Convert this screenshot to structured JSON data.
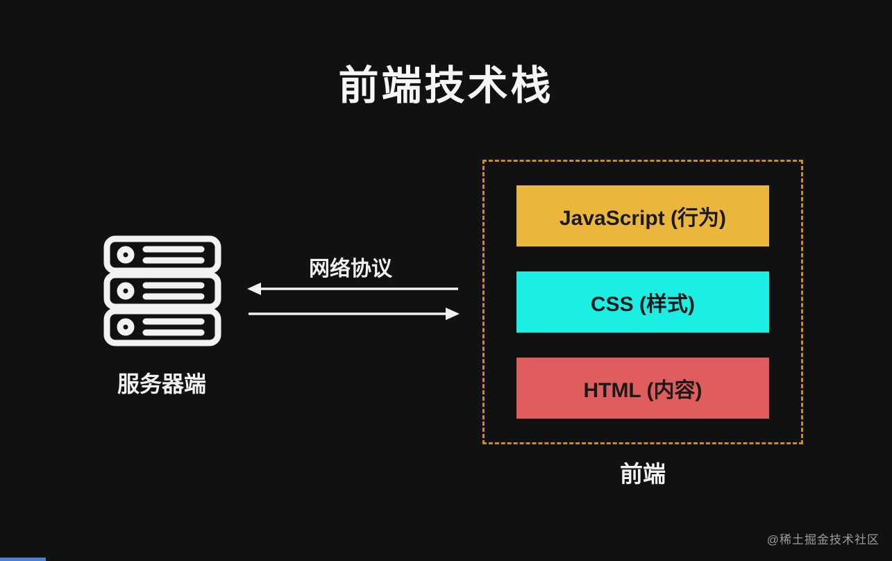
{
  "title": "前端技术栈",
  "server": {
    "label": "服务器端",
    "icon": "server-stack-icon"
  },
  "network": {
    "label": "网络协议",
    "arrow_left_icon": "arrow-left-icon",
    "arrow_right_icon": "arrow-right-icon"
  },
  "frontend_stack": {
    "caption": "前端",
    "border_color": "#CE8A2E",
    "layers": [
      {
        "label": "JavaScript (行为)",
        "color": "#EAB73C"
      },
      {
        "label": "CSS (样式)",
        "color": "#1BEFE3"
      },
      {
        "label": "HTML (内容)",
        "color": "#E05D5D"
      }
    ]
  },
  "watermark": "@稀土掘金技术社区",
  "colors": {
    "background": "#111111",
    "text_light": "#F4F4F4",
    "bar_text": "#1A1A1A",
    "watermark_text": "#9B9B9B",
    "progress_sliver": "#4A7FD4"
  }
}
